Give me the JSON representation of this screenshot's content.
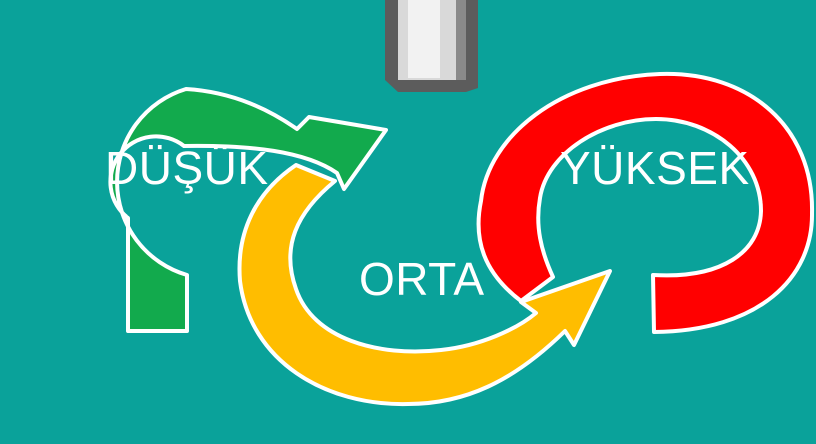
{
  "labels": {
    "low": "DÜŞÜK",
    "medium": "ORTA",
    "high": "YÜKSEK"
  },
  "colors": {
    "background": "#0aa29a",
    "low": "#12aa4d",
    "medium": "#ffbd00",
    "high": "#ff0000",
    "outline": "#ffffff"
  },
  "icons": {
    "device": "device-icon"
  }
}
